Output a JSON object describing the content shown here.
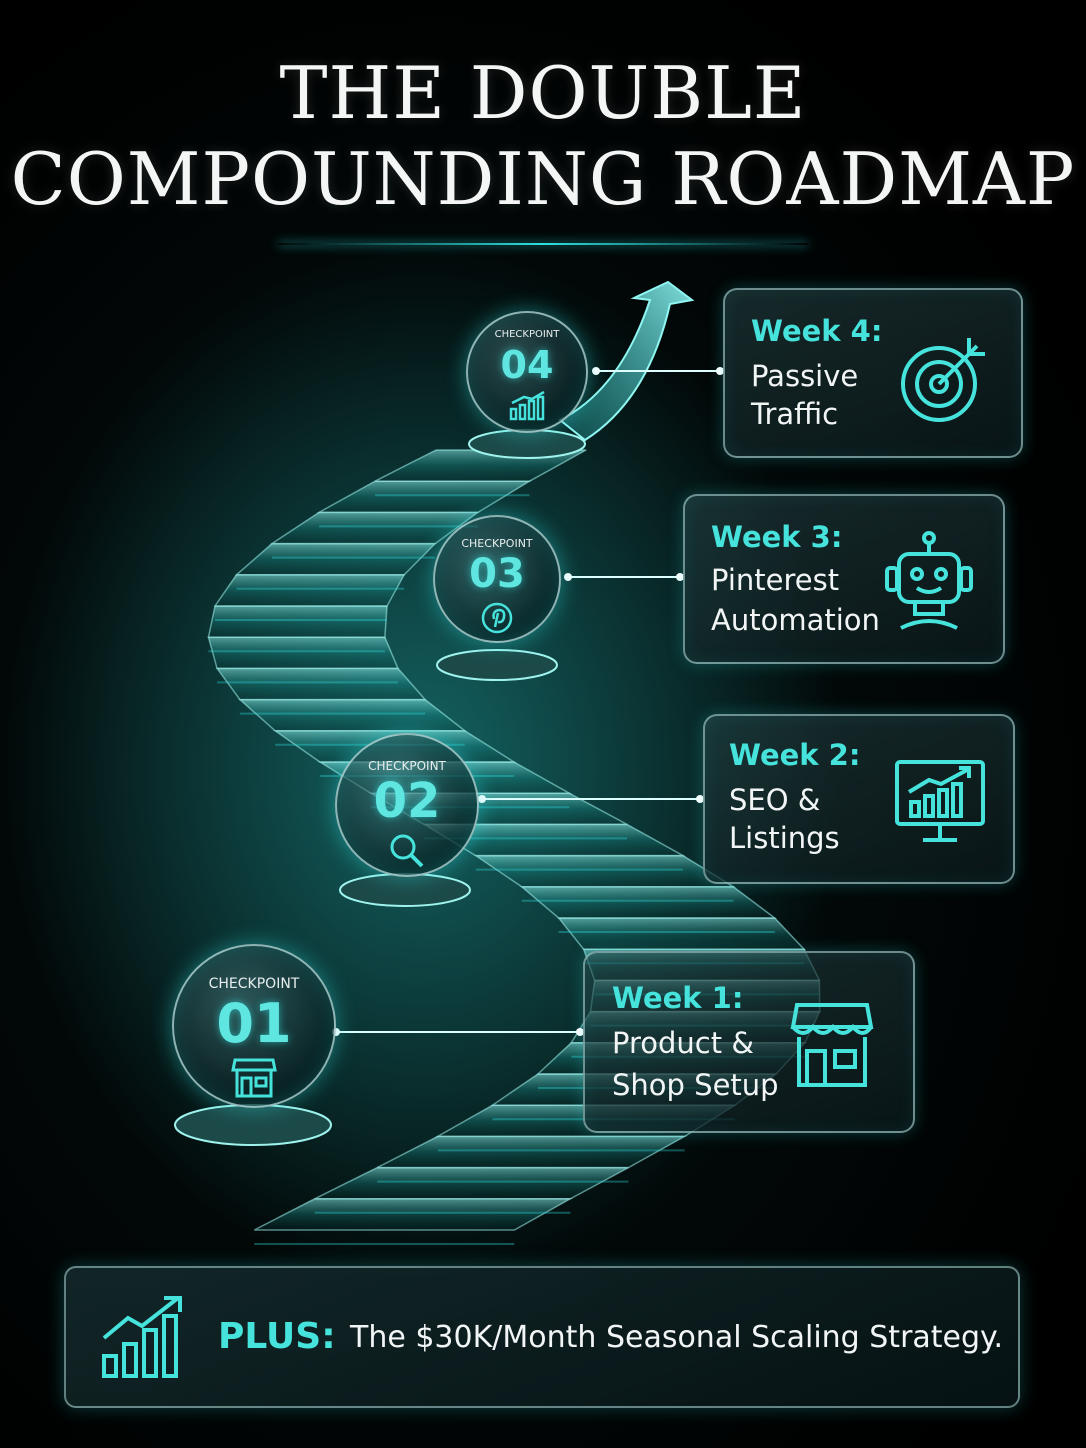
{
  "title": {
    "line1": "THE DOUBLE",
    "line2": "COMPOUNDING ROADMAP"
  },
  "checkpoints": [
    {
      "label": "CHECKPOINT",
      "number": "04",
      "icon": "bar-chart-up-icon"
    },
    {
      "label": "CHECKPOINT",
      "number": "03",
      "icon": "pinterest-icon"
    },
    {
      "label": "CHECKPOINT",
      "number": "02",
      "icon": "magnifier-icon"
    },
    {
      "label": "CHECKPOINT",
      "number": "01",
      "icon": "storefront-icon"
    }
  ],
  "weeks": [
    {
      "week": "Week 4:",
      "line1": "Passive",
      "line2": "Traffic",
      "icon": "target-icon"
    },
    {
      "week": "Week 3:",
      "line1": "Pinterest",
      "line2": "Automation",
      "icon": "robot-icon"
    },
    {
      "week": "Week 2:",
      "line1": "SEO &",
      "line2": "Listings",
      "icon": "monitor-chart-icon"
    },
    {
      "week": "Week 1:",
      "line1": "Product &",
      "line2": "Shop Setup",
      "icon": "storefront-icon"
    }
  ],
  "plus": {
    "label": "PLUS:",
    "text": "The $30K/Month Seasonal Scaling Strategy.",
    "icon": "growth-chart-icon"
  },
  "colors": {
    "accent": "#46e3dc",
    "glow": "#2fe0e0",
    "background": "#000000",
    "text": "#f2f5f5"
  }
}
